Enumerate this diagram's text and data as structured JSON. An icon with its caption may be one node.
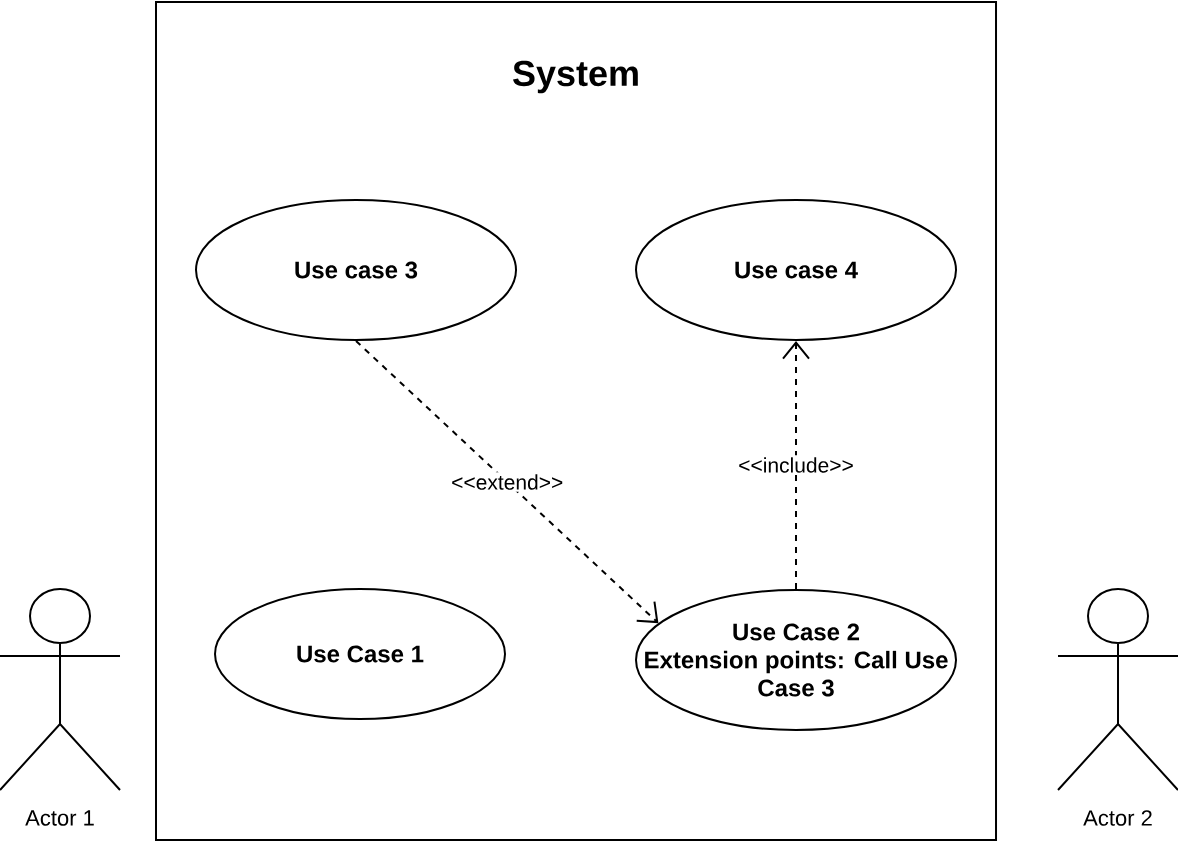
{
  "diagram": {
    "nodes": [
      {
        "text": [
          "System"
        ]
      },
      {
        "text": [
          "Use case 3"
        ],
        "in": 0
      },
      {
        "text": [
          "Use case 4"
        ],
        "in": 0
      },
      {
        "text": [
          "Use Case 1"
        ],
        "in": 0
      },
      {
        "text": [
          "Use Case 2",
          "Extension points: Call Use Case 3"
        ],
        "in": 0
      },
      {
        "text": [
          "Actor 1"
        ]
      },
      {
        "text": [
          "Actor 2"
        ]
      }
    ],
    "edges": [
      {
        "from": 1,
        "to": 4,
        "arrow": "to",
        "label": "<<extend>>",
        "style": "dashed"
      },
      {
        "from": 4,
        "to": 2,
        "arrow": "to",
        "label": "<<include>>",
        "style": "dashed"
      }
    ]
  }
}
